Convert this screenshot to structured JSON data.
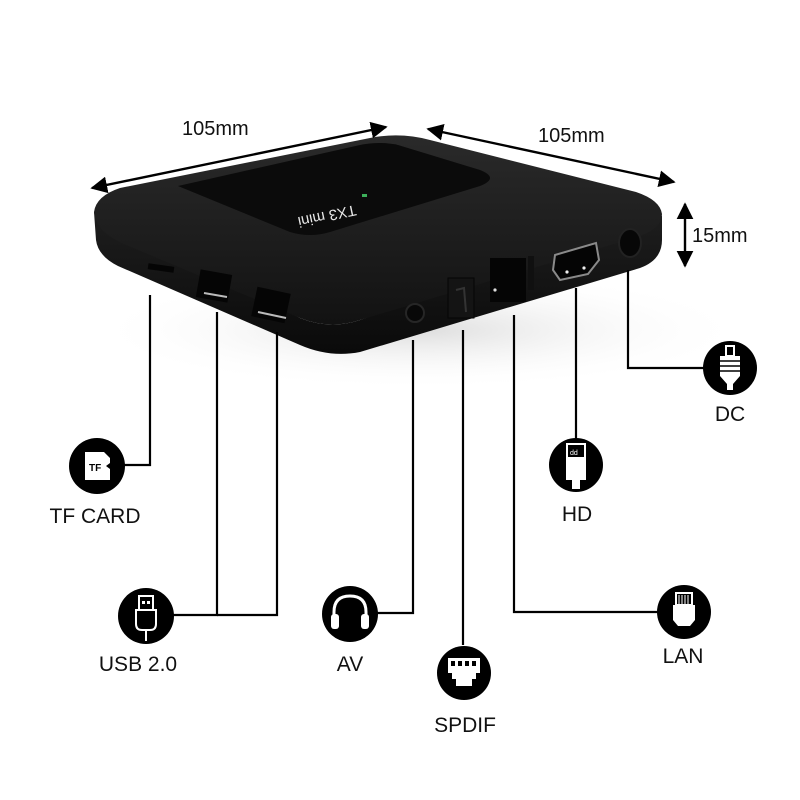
{
  "product": {
    "model_label": "TX3 mini",
    "body_color": "#1b1b1b",
    "top_panel_color": "#0c0c0c",
    "led_color": "#3cb05a"
  },
  "dimensions": {
    "width": "105mm",
    "depth": "105mm",
    "height": "15mm"
  },
  "ports": [
    {
      "id": "tf",
      "label": "TF CARD",
      "icon": "sd-card-icon"
    },
    {
      "id": "usb",
      "label": "USB 2.0",
      "icon": "usb-plug-icon"
    },
    {
      "id": "av",
      "label": "AV",
      "icon": "headphones-icon"
    },
    {
      "id": "spdif",
      "label": "SPDIF",
      "icon": "spdif-connector-icon"
    },
    {
      "id": "lan",
      "label": "LAN",
      "icon": "ethernet-plug-icon"
    },
    {
      "id": "hd",
      "label": "HD",
      "icon": "hdmi-plug-icon"
    },
    {
      "id": "dc",
      "label": "DC",
      "icon": "dc-plug-icon"
    }
  ],
  "icon_texts": {
    "tf": "TF"
  },
  "colors": {
    "line": "#000000",
    "icon_bg": "#000000",
    "icon_fg": "#ffffff",
    "text": "#111111"
  }
}
